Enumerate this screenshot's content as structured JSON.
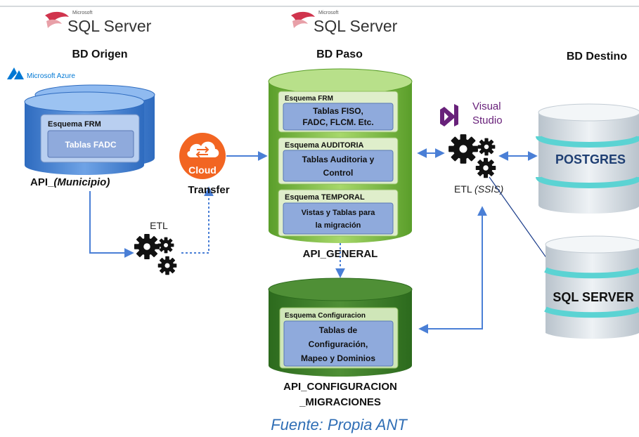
{
  "top_line": {
    "color": "#c9cdd2"
  },
  "sqlserver_logos": [
    {
      "small": "Microsoft",
      "main": "SQL Server"
    },
    {
      "small": "Microsoft",
      "main": "SQL Server"
    }
  ],
  "headers": {
    "origen": "BD Origen",
    "paso": "BD Paso",
    "destino": "BD Destino"
  },
  "azure": {
    "label": "Microsoft Azure",
    "color": "#0078d4"
  },
  "origin_db": {
    "schema": "Esquema FRM",
    "tables": "Tablas FADC",
    "name_prefix": "API_",
    "name_italic": "(Municipio)"
  },
  "etl_left": {
    "label": "ETL"
  },
  "cloud": {
    "line1": "Cloud",
    "line2": "Transfer",
    "color": "#f26522"
  },
  "general_db": {
    "schemas": [
      {
        "title": "Esquema FRM",
        "tables": [
          "Tablas FISO,",
          "FADC, FLCM. Etc."
        ]
      },
      {
        "title": "Esquema AUDITORIA",
        "tables": [
          "Tablas Auditoria y",
          "Control"
        ]
      },
      {
        "title": "Esquema TEMPORAL",
        "tables": [
          "Vistas y Tablas para",
          "la migración"
        ]
      }
    ],
    "name": "API_GENERAL",
    "color": "#8cc63f"
  },
  "config_db": {
    "schema": "Esquema Configuracion",
    "tables": [
      "Tablas de",
      "Configuración,",
      "Mapeo y Dominios"
    ],
    "name_line1": "API_CONFIGURACION",
    "name_line2": "_MIGRACIONES",
    "color": "#3f7d2a"
  },
  "visual_studio": {
    "line1": "Visual",
    "line2": "Studio",
    "color": "#68217a"
  },
  "etl_right": {
    "label": "ETL",
    "italic": "(SSIS)"
  },
  "destinations": {
    "postgres": "POSTGRES",
    "sqlserver": "SQL SERVER"
  },
  "caption": "Fuente: Propia ANT",
  "colors": {
    "arrow": "#4a7fd6",
    "panel": "#8faadc",
    "panel_inner": "#dfe8f7"
  }
}
